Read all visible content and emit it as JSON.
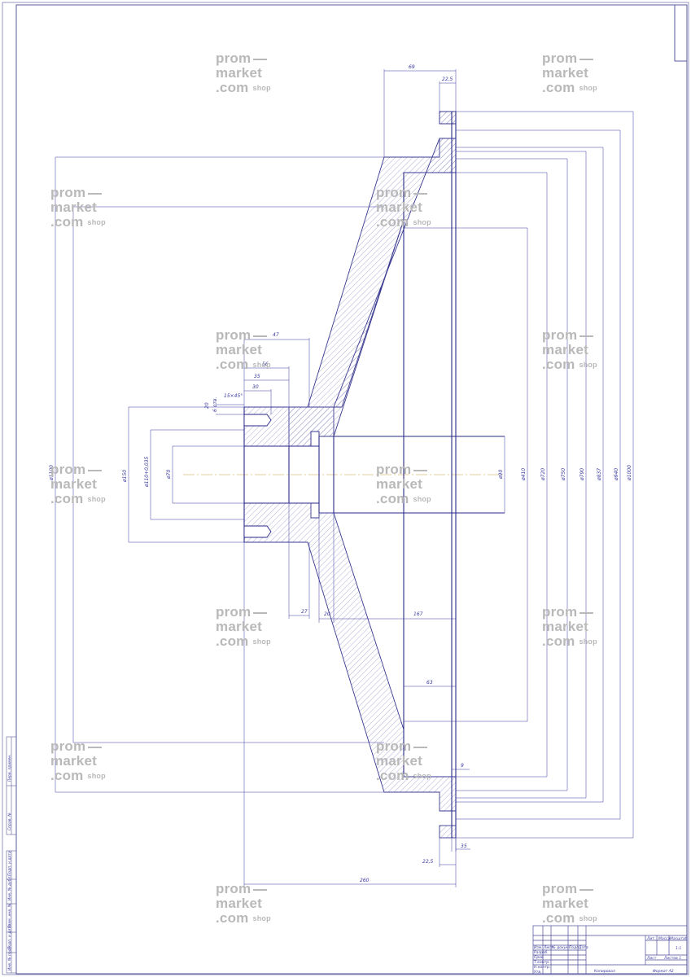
{
  "watermark": {
    "line1": "prom",
    "line2": "market",
    "line3": ".com",
    "suffix": "shop"
  },
  "dimensions": {
    "top_width": "69",
    "top_flange": "22,5",
    "hub_47": "47",
    "hub_56": "56",
    "hub_35": "35",
    "hub_30": "30",
    "chamfer": "15×45°",
    "thread_depth": "20",
    "bore_depth": "6 отв.",
    "d_150": "ø150",
    "d_110": "ø110+0,035",
    "d_70": "ø70",
    "d_90": "ø90",
    "d_410": "ø410",
    "d_720": "ø720",
    "d_750": "ø750",
    "d_790": "ø790",
    "d_837": "ø837",
    "d_940": "ø940",
    "d_1000": "ø1000",
    "left_total": "ø1100",
    "bottom_27": "27",
    "bottom_20": "20",
    "mid_167": "167",
    "mid_63": "63",
    "small_9": "9",
    "bottom_225": "22,5",
    "bottom_35": "35",
    "overall_260": "260"
  },
  "title_block": {
    "scale_header": "Масштаб",
    "mass_header": "Масса",
    "lit_header": "Лит.",
    "scale_value": "1:1",
    "sheet_label": "Лист",
    "sheets_label": "Листов 1",
    "format_label": "Формат A2",
    "copied_label": "Копировал",
    "row1": "Изм. Лист",
    "row2": "Разраб.",
    "row3": "Пров.",
    "row4": "Т.контр.",
    "row5": "Н.контр.",
    "row6": "Утв.",
    "col_doc": "№ докум.",
    "col_sign": "Подп.",
    "col_date": "Дата"
  },
  "side_strip": {
    "inv_orig": "Инв. № подл.",
    "sign_date": "Подп. и дата",
    "inv_dup": "Инв. № дубл.",
    "ref_inv": "Взам. инв. №",
    "sign_date2": "Подп. и дата",
    "ref_no": "Справ. №",
    "first_use": "Перв. примен."
  }
}
